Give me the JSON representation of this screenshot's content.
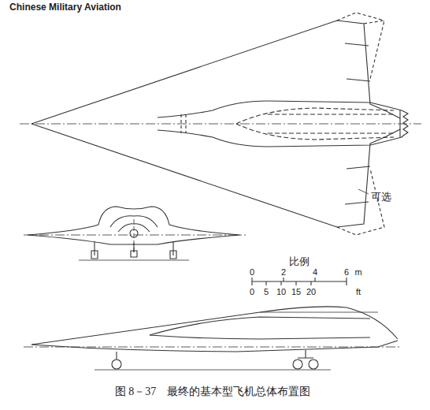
{
  "diagram": {
    "caption": "图 8－37　最终的基本型飞机总体布置图",
    "labels": [
      "Chinese Military Aviation",
      "可选",
      "比例",
      "0",
      "2",
      "4",
      "6",
      "m",
      "0",
      "5",
      "10",
      "15",
      "20",
      "ft"
    ]
  }
}
